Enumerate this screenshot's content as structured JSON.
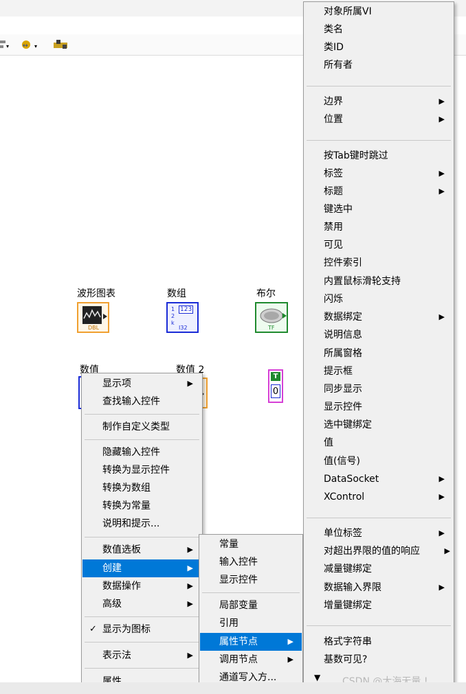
{
  "canvas": {
    "labels": [
      "波形图表",
      "数组",
      "布尔",
      "数值",
      "数值 2"
    ],
    "bool_const": {
      "tag": "T",
      "value": "0"
    },
    "array_index": [
      "1",
      "2",
      "k"
    ],
    "array_type": "I32",
    "array_num": "123",
    "waveform_tag": "DBL",
    "bool_tag": "TF"
  },
  "toolbar": {
    "icons": [
      "align-icon",
      "distribute-icon",
      "reorder-icon"
    ]
  },
  "menu_main": {
    "items": [
      "显示项",
      "查找输入控件",
      "制作自定义类型",
      "隐藏输入控件",
      "转换为显示控件",
      "转换为数组",
      "转换为常量",
      "说明和提示...",
      "数值选板",
      "创建",
      "数据操作",
      "高级",
      "显示为图标",
      "表示法",
      "属性"
    ],
    "check_mark": "✓"
  },
  "menu_create": {
    "items": [
      "常量",
      "输入控件",
      "显示控件",
      "局部变量",
      "引用",
      "属性节点",
      "调用节点",
      "通道写入方..."
    ]
  },
  "menu_props": {
    "items": [
      "对象所属VI",
      "类名",
      "类ID",
      "所有者",
      "边界",
      "位置",
      "按Tab键时跳过",
      "标签",
      "标题",
      "键选中",
      "禁用",
      "可见",
      "控件索引",
      "内置鼠标滑轮支持",
      "闪烁",
      "数据绑定",
      "说明信息",
      "所属窗格",
      "提示框",
      "同步显示",
      "显示控件",
      "选中键绑定",
      "值",
      "值(信号)",
      "DataSocket",
      "XControl",
      "单位标签",
      "对超出界限的值的响应",
      "减量键绑定",
      "数据输入界限",
      "增量键绑定",
      "格式字符串",
      "基数可见?"
    ],
    "more": "▼"
  },
  "watermark": "CSDN @大海无量 !",
  "colors": {
    "highlight": "#0078d7",
    "orange": "#f0a030",
    "blue": "#1a2bd6",
    "green": "#1f8a2e",
    "pink": "#d63fd6"
  }
}
